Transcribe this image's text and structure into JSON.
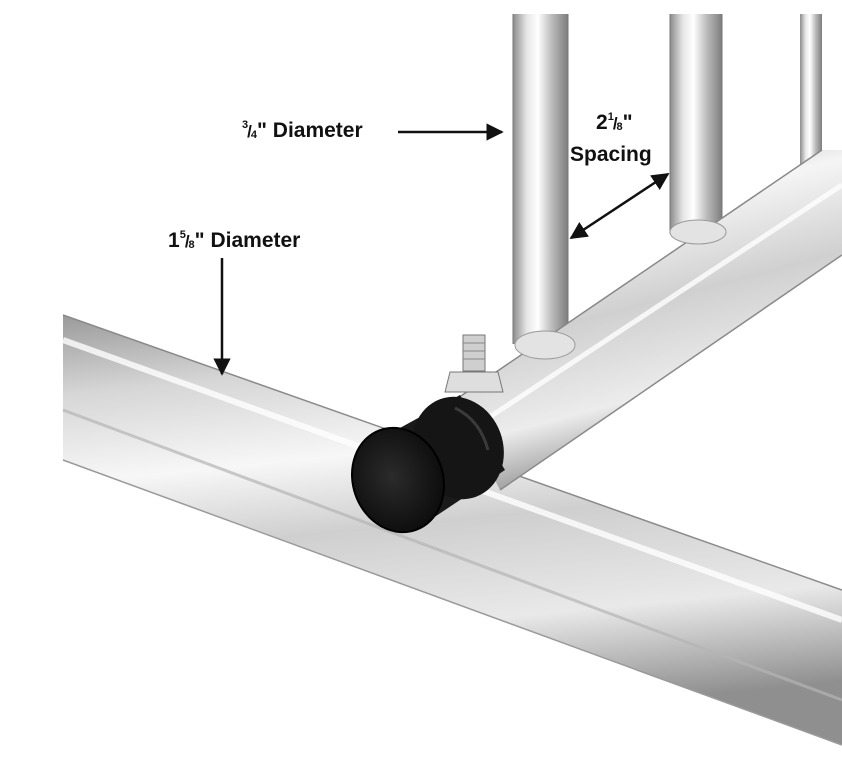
{
  "labels": {
    "rail": {
      "whole": "",
      "num": "3",
      "den": "4",
      "suffix": "\" Diameter"
    },
    "base": {
      "whole": "1",
      "num": "5",
      "den": "8",
      "suffix": "\" Diameter"
    },
    "spacing": {
      "whole": "2",
      "num": "1",
      "den": "8",
      "suffix": "\"",
      "line2": "Spacing"
    }
  },
  "colors": {
    "tube_light": "#f4f4f4",
    "tube_mid": "#c9c9c9",
    "tube_dark": "#8e8e8e",
    "cap": "#141414",
    "arrow": "#111111"
  }
}
